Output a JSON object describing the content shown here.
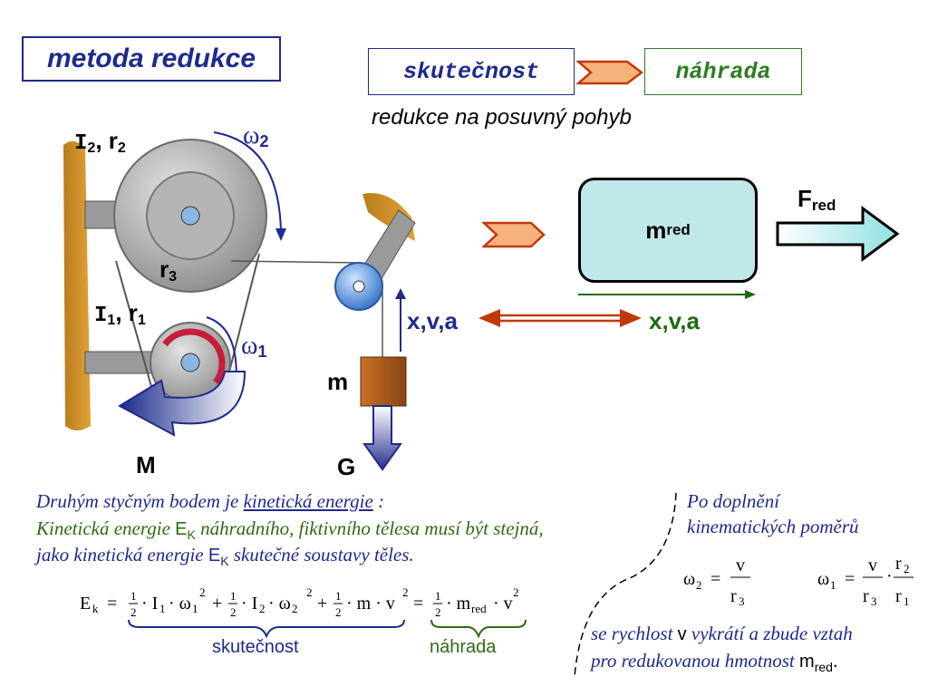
{
  "title": "metoda redukce",
  "flow": {
    "real": "skutečnost",
    "substitute": "náhrada",
    "subtitle": "redukce na posuvný pohyb"
  },
  "diagram": {
    "pulley2_label_I": "I",
    "pulley2_label_I_sub": "2",
    "pulley2_label_r": ", r",
    "pulley2_label_r_sub": "2",
    "omega2": "ω",
    "omega2_sub": "2",
    "r3": "r",
    "r3_sub": "3",
    "pulley1_label_I": "I",
    "pulley1_label_I_sub": "1",
    "pulley1_label_r": ", r",
    "pulley1_label_r_sub": "1",
    "omega1": "ω",
    "omega1_sub": "1",
    "mass": "m",
    "moment": "M",
    "gravity": "G",
    "kinematics_left": "x,v,a",
    "kinematics_right": "x,v,a",
    "reduced_mass": "m",
    "reduced_mass_sub": "red",
    "reduced_force": "F",
    "reduced_force_sub": "red"
  },
  "text_left": {
    "line1_a": "Druhým styčným bodem je ",
    "line1_b": "kinetická energie",
    "line1_c": " :",
    "line2_a": "Kinetická energie ",
    "line2_E": "E",
    "line2_K": "K",
    "line2_b": " náhradního, fiktivního tělesa musí být stejná,",
    "line3_a": "jako kinetická energie ",
    "line3_E": "E",
    "line3_K": "K",
    "line3_b": " skutečné soustavy těles."
  },
  "text_right": {
    "line1": "Po doplnění",
    "line2": "kinematických poměrů",
    "line3_a": "se rychlost ",
    "line3_v": "v",
    "line3_b": " vykrátí a zbude vztah",
    "line4_a": "pro redukovanou hmotnost ",
    "line4_m": "m",
    "line4_sub": "red",
    "line4_end": "."
  },
  "equation": {
    "lhs": "E",
    "lhs_sub": "k",
    "brace_left_label": "skutečnost",
    "brace_right_label": "náhrada"
  },
  "colors": {
    "navy": "#1e2a8c",
    "green": "#2e6b12",
    "arrow_orange": "#f5b27a",
    "box_fill": "#bfe8ea",
    "red_arrow": "#c0390b"
  }
}
